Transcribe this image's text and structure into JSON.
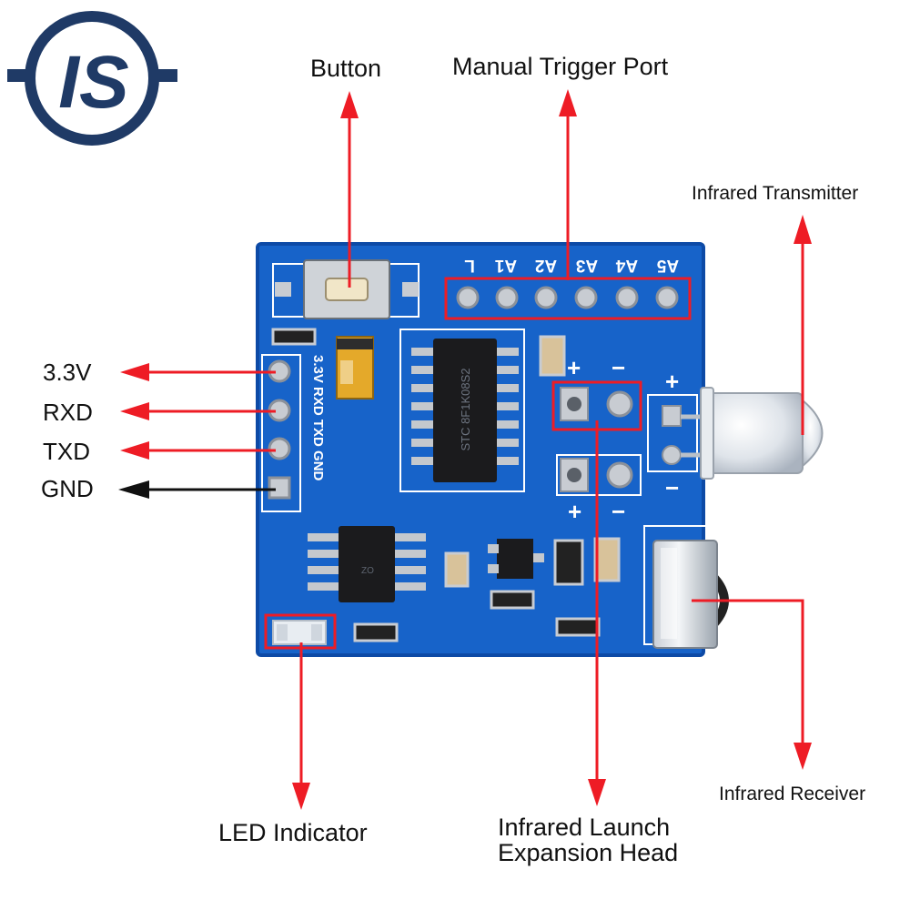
{
  "logo": {
    "text": "IS",
    "ring_color": "#1f3a66"
  },
  "labels": {
    "button": "Button",
    "manual_trigger_port": "Manual Trigger Port",
    "infrared_transmitter": "Infrared Transmitter",
    "infrared_receiver": "Infrared Receiver",
    "led_indicator": "LED Indicator",
    "infrared_launch_line1": "Infrared Launch",
    "infrared_launch_line2": "Expansion Head"
  },
  "pin_labels": [
    "3.3V",
    "RXD",
    "TXD",
    "GND"
  ],
  "board": {
    "header_labels": [
      "L",
      "A1",
      "A2",
      "A3",
      "A4",
      "A5"
    ],
    "side_silkscreen": "3.3V RXD TXD GND",
    "chip_text": "STC 8F1K08S2",
    "polarity_plus": "+",
    "polarity_minus": "−",
    "chip_small_text": "ZO"
  },
  "colors": {
    "arrow_red": "#ee1c25",
    "arrow_black": "#111111",
    "pcb_blue": "#1763c9",
    "pcb_dark": "#0d4aa6",
    "silkscreen": "#ffffff"
  }
}
